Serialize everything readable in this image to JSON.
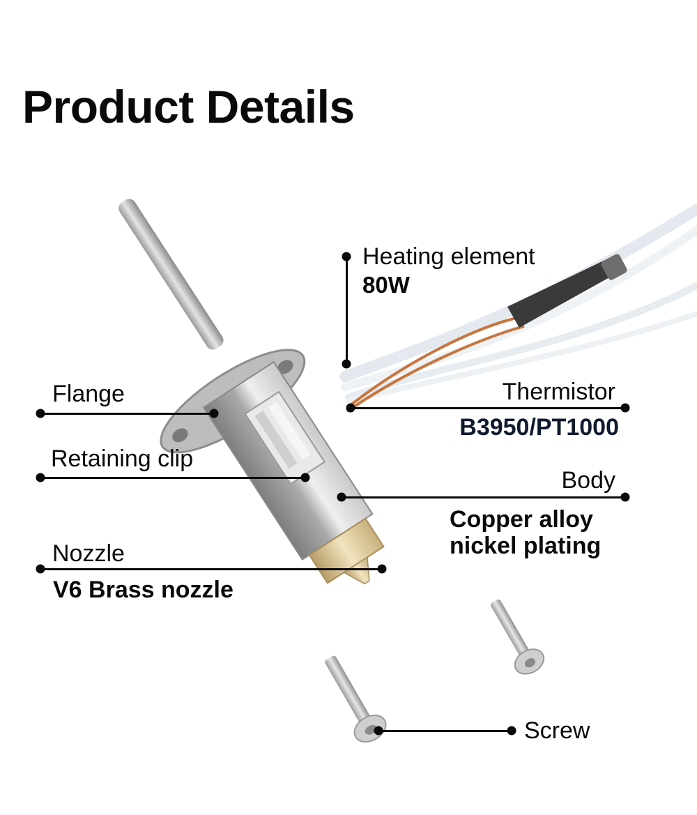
{
  "title": "Product Details",
  "callouts": {
    "heating_element": {
      "label": "Heating element",
      "value": "80W"
    },
    "flange": {
      "label": "Flange"
    },
    "thermistor": {
      "label": "Thermistor",
      "value": "B3950/PT1000",
      "value_color": "#0f1a2e"
    },
    "retaining_clip": {
      "label": "Retaining clip"
    },
    "body": {
      "label": "Body",
      "value_line1": "Copper alloy",
      "value_line2": "nickel plating"
    },
    "nozzle": {
      "label": "Nozzle",
      "value": "V6 Brass nozzle"
    },
    "screw": {
      "label": "Screw"
    }
  },
  "colors": {
    "text": "#0a0a0a",
    "brass": "#d9c79a",
    "steel": "#b9b9b9",
    "copper": "#c8753e",
    "sleeve": "#3a3a3a",
    "silicone": "#e9eef2"
  }
}
